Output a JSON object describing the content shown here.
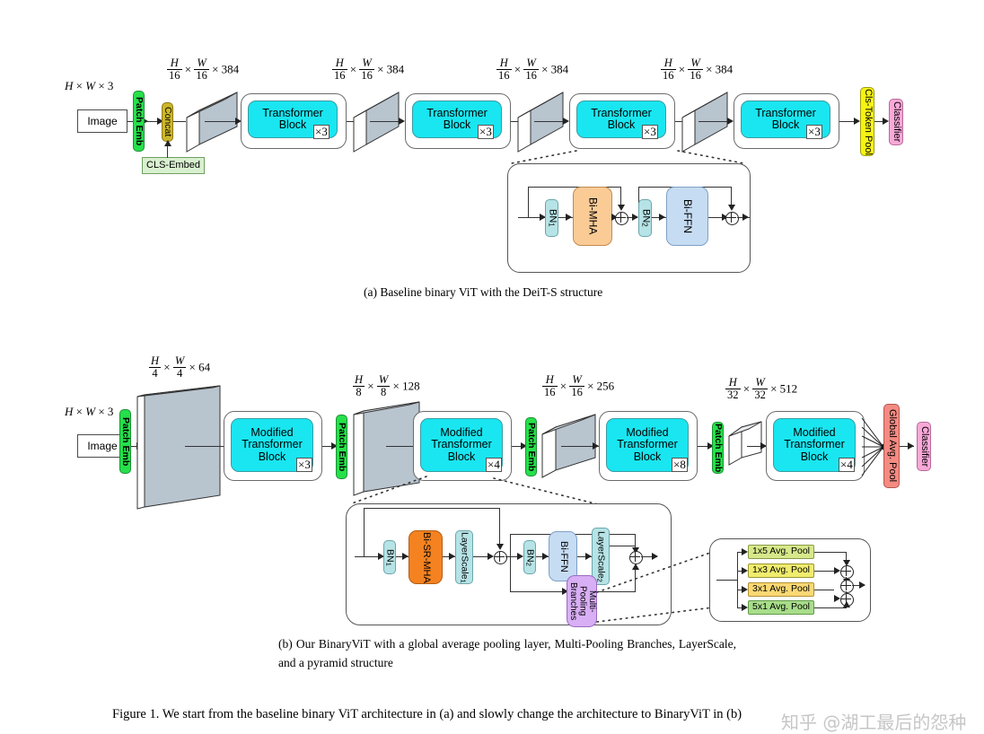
{
  "figure": {
    "caption": "Figure 1. We start from the baseline binary ViT architecture in (a) and slowly change the architecture to BinaryViT in (b)",
    "watermark": "知乎 @湖工最后的怨种"
  },
  "panel_a": {
    "caption": "(a) Baseline binary ViT with the DeiT-S structure",
    "input_label": "H × W × 3",
    "input_box": "Image",
    "patch_embed": "Patch Emb",
    "concat": "Concat",
    "cls_embed": "CLS-Embed",
    "dims": [
      "H/16 × W/16 × 384",
      "H/16 × W/16 × 384",
      "H/16 × W/16 × 384",
      "H/16 × W/16 × 384"
    ],
    "blocks": [
      {
        "label": "Transformer Block",
        "repeat": "×3"
      },
      {
        "label": "Transformer Block",
        "repeat": "×3"
      },
      {
        "label": "Transformer Block",
        "repeat": "×3"
      },
      {
        "label": "Transformer Block",
        "repeat": "×3"
      }
    ],
    "cls_token_pool": "Cls-Token Pool",
    "classifier": "Classifier",
    "detail": {
      "bn1": "BN",
      "bn1_sub": "1",
      "bi_mha": "Bi-MHA",
      "bn2": "BN",
      "bn2_sub": "2",
      "bi_ffn": "Bi-FFN"
    }
  },
  "panel_b": {
    "caption": "(b) Our BinaryViT with a global average pooling layer, Multi-Pooling Branches, LayerScale, and a pyramid structure",
    "input_label": "H × W × 3",
    "input_box": "Image",
    "patch_embed": "Patch Emb",
    "dims": [
      {
        "num1": "H",
        "den1": "4",
        "num2": "W",
        "den2": "4",
        "ch": "64"
      },
      {
        "num1": "H",
        "den1": "8",
        "num2": "W",
        "den2": "8",
        "ch": "128"
      },
      {
        "num1": "H",
        "den1": "16",
        "num2": "W",
        "den2": "16",
        "ch": "256"
      },
      {
        "num1": "H",
        "den1": "32",
        "num2": "W",
        "den2": "32",
        "ch": "512"
      }
    ],
    "blocks": [
      {
        "label": "Modified Transformer Block",
        "repeat": "×3"
      },
      {
        "label": "Modified Transformer Block",
        "repeat": "×4"
      },
      {
        "label": "Modified Transformer Block",
        "repeat": "×8"
      },
      {
        "label": "Modified Transformer Block",
        "repeat": "×4"
      }
    ],
    "global_avg_pool": "Global Avg. Pool",
    "classifier": "Classifier",
    "detail": {
      "bn1": "BN",
      "bn1_sub": "1",
      "bi_sr_mha": "Bi-SR-MHA",
      "layerscale1": "LayerScale",
      "layerscale1_sub": "1",
      "bn2": "BN",
      "bn2_sub": "2",
      "bi_ffn": "Bi-FFN",
      "layerscale2": "LayerScale",
      "layerscale2_sub": "2",
      "multi_pooling": "Multi- Pooling Branches"
    },
    "pooling_branches": [
      "1x5 Avg. Pool",
      "1x3 Avg. Pool",
      "3x1 Avg. Pool",
      "5x1 Avg. Pool"
    ]
  }
}
